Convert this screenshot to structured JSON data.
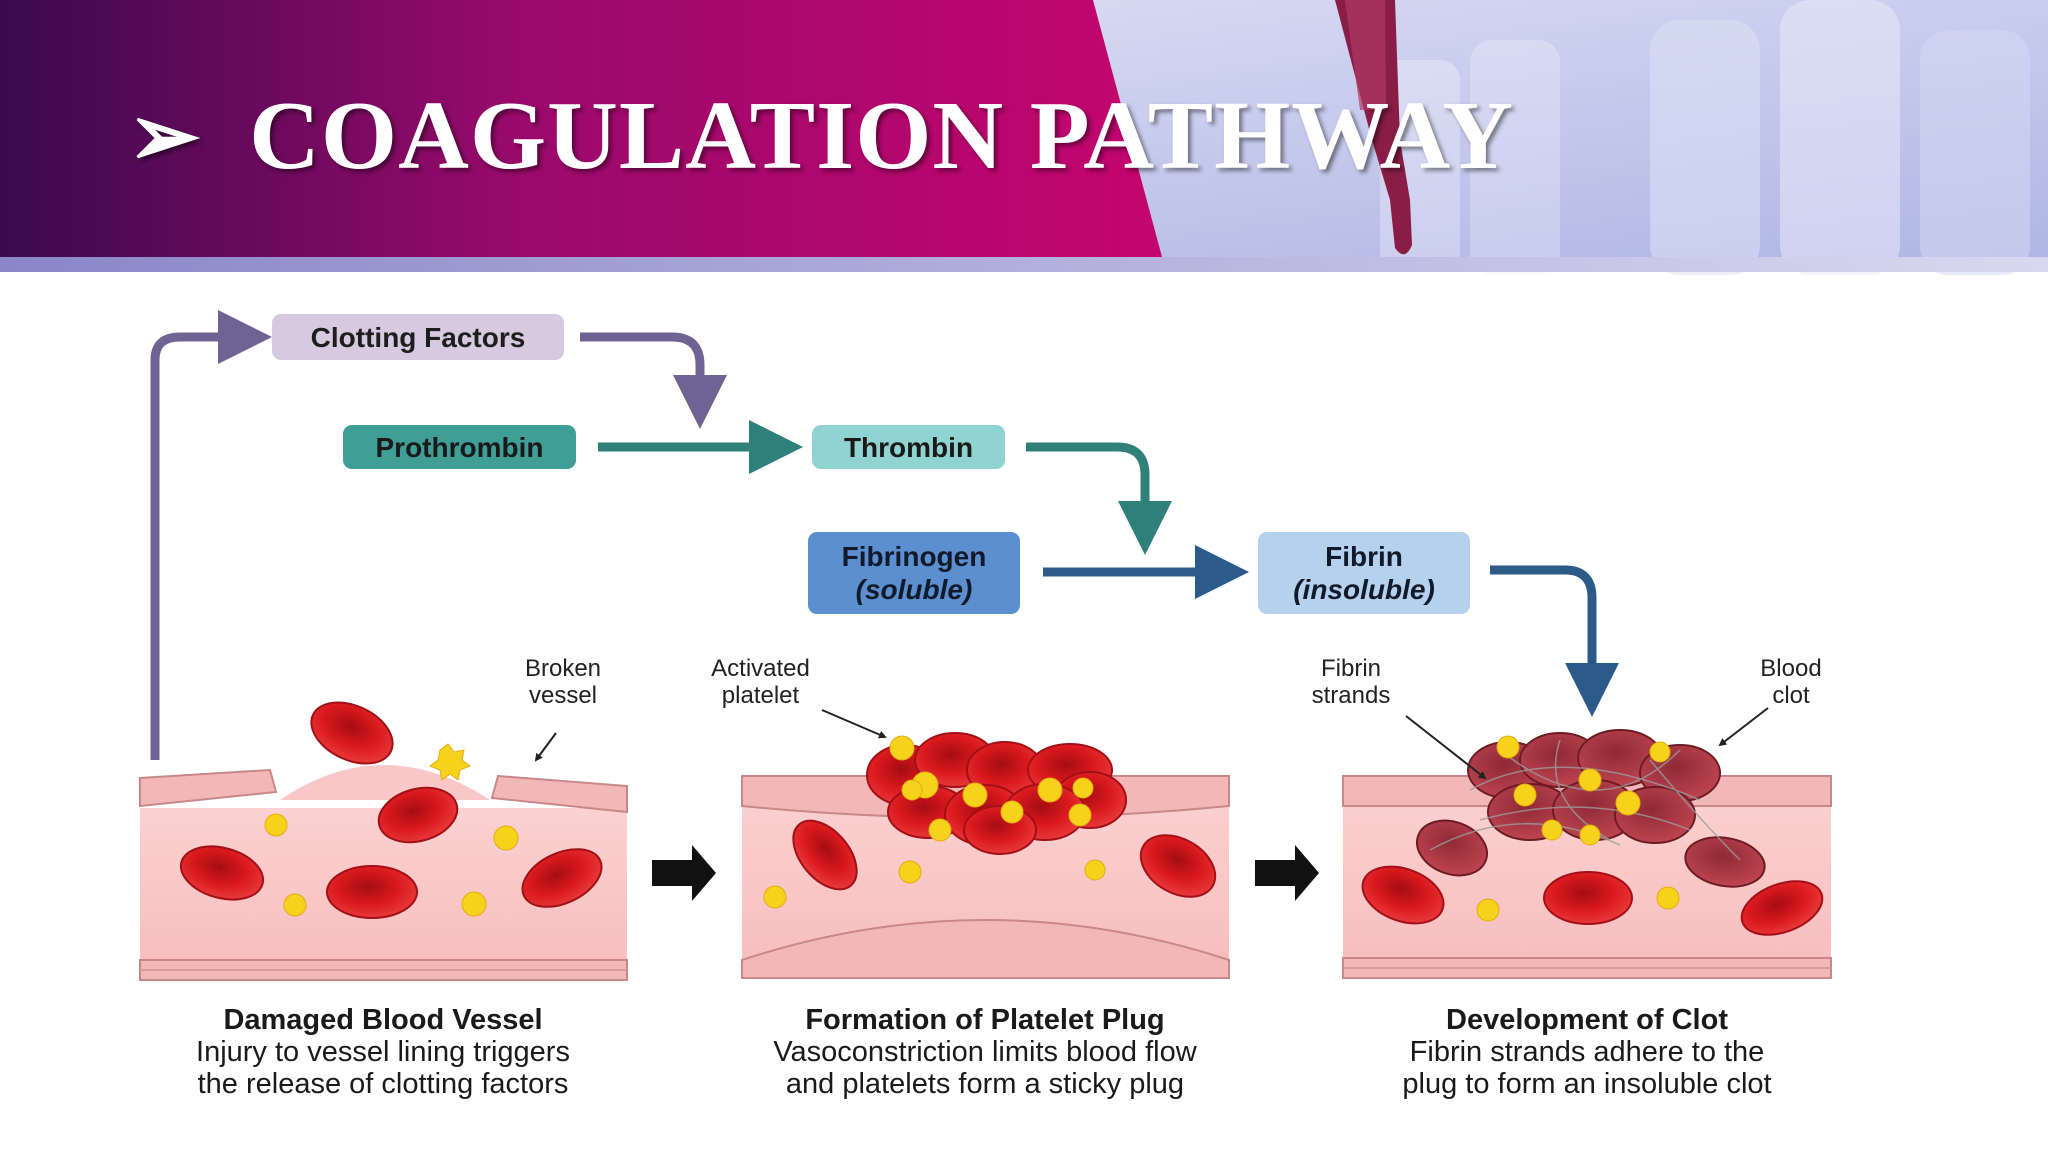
{
  "header": {
    "bullet": "➢",
    "title": "COAGULATION PATHWAY"
  },
  "boxes": {
    "clotting_factors": "Clotting Factors",
    "prothrombin": "Prothrombin",
    "thrombin": "Thrombin",
    "fibrinogen": {
      "name": "Fibrinogen",
      "state": "(soluble)"
    },
    "fibrin": {
      "name": "Fibrin",
      "state": "(insoluble)"
    }
  },
  "labels": {
    "broken_vessel": [
      "Broken",
      "vessel"
    ],
    "activated_platelet": [
      "Activated",
      "platelet"
    ],
    "fibrin_strands": [
      "Fibrin",
      "strands"
    ],
    "blood_clot": [
      "Blood",
      "clot"
    ]
  },
  "stages": [
    {
      "title": "Damaged Blood Vessel",
      "lines": [
        "Injury to vessel lining triggers",
        "the release of clotting factors"
      ]
    },
    {
      "title": "Formation of Platelet Plug",
      "lines": [
        "Vasoconstriction limits blood flow",
        "and platelets form a sticky plug"
      ]
    },
    {
      "title": "Development of Clot",
      "lines": [
        "Fibrin strands adhere to the",
        "plug to form an insoluble clot"
      ]
    }
  ],
  "colors": {
    "header_start": "#3a0a4e",
    "header_end": "#c4056f",
    "clotting_factors_box": "#d6c9e0",
    "prothrombin_box": "#3f9e95",
    "thrombin_box": "#8fd4d0",
    "fibrinogen_box": "#5b8fcf",
    "fibrin_box": "#b5d1ee",
    "purple_arrow": "#6f6394",
    "teal_arrow": "#2f8079",
    "blue_arrow": "#2c5b8a",
    "vessel_wall": "#f2b8b8",
    "red_cell": "#d8191e",
    "platelet": "#f7d21c"
  }
}
